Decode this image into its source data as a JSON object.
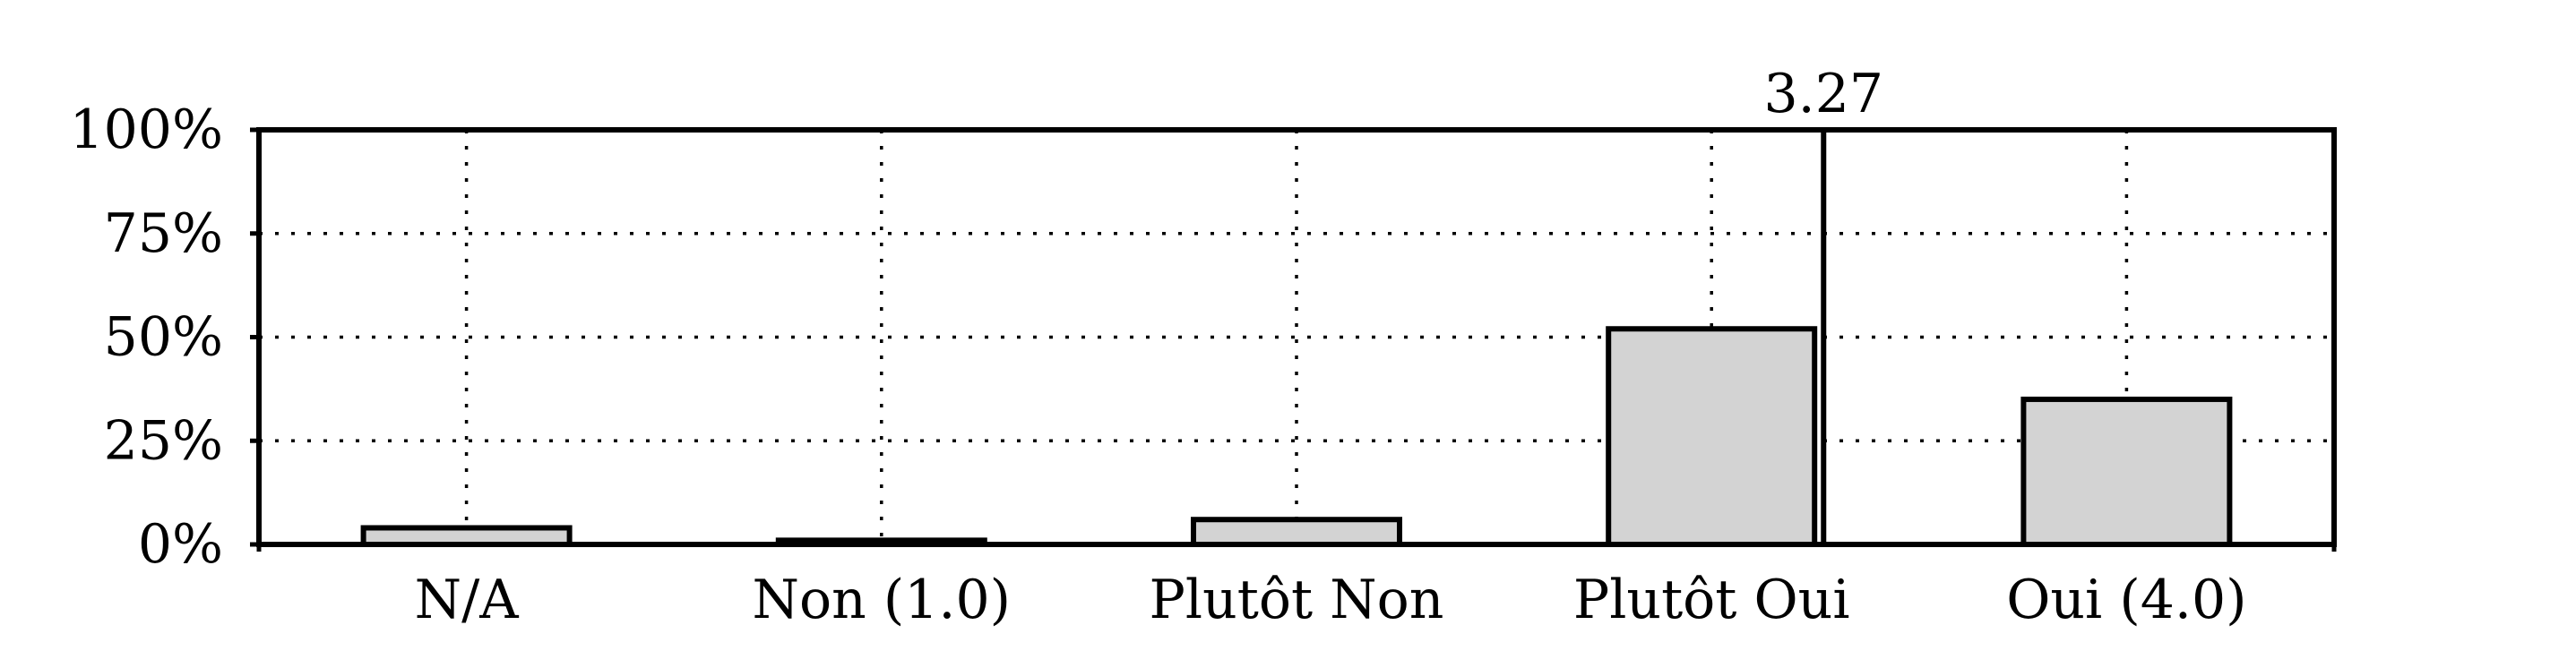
{
  "chart_data": {
    "type": "bar",
    "categories": [
      "N/A",
      "Non (1.0)",
      "Plutôt Non",
      "Plutôt Oui",
      "Oui (4.0)"
    ],
    "values": [
      4,
      1,
      6,
      52,
      35
    ],
    "y_unit": "%",
    "ylim": [
      0,
      100
    ],
    "yticks": [
      0,
      25,
      50,
      75,
      100
    ],
    "ytick_labels": [
      "0%",
      "25%",
      "50%",
      "75%",
      "100%"
    ],
    "grid": true,
    "grid_style": "dotted",
    "mean_marker": {
      "value": 3.27,
      "label": "3.27",
      "scale": {
        "category_at_1": "Non (1.0)",
        "category_at_4": "Oui (4.0)"
      }
    },
    "title": "",
    "xlabel": "",
    "ylabel": "",
    "colors": {
      "bar_fill": "#d3d3d3",
      "bar_stroke": "#000000",
      "axis": "#000000",
      "grid": "#000000"
    }
  }
}
